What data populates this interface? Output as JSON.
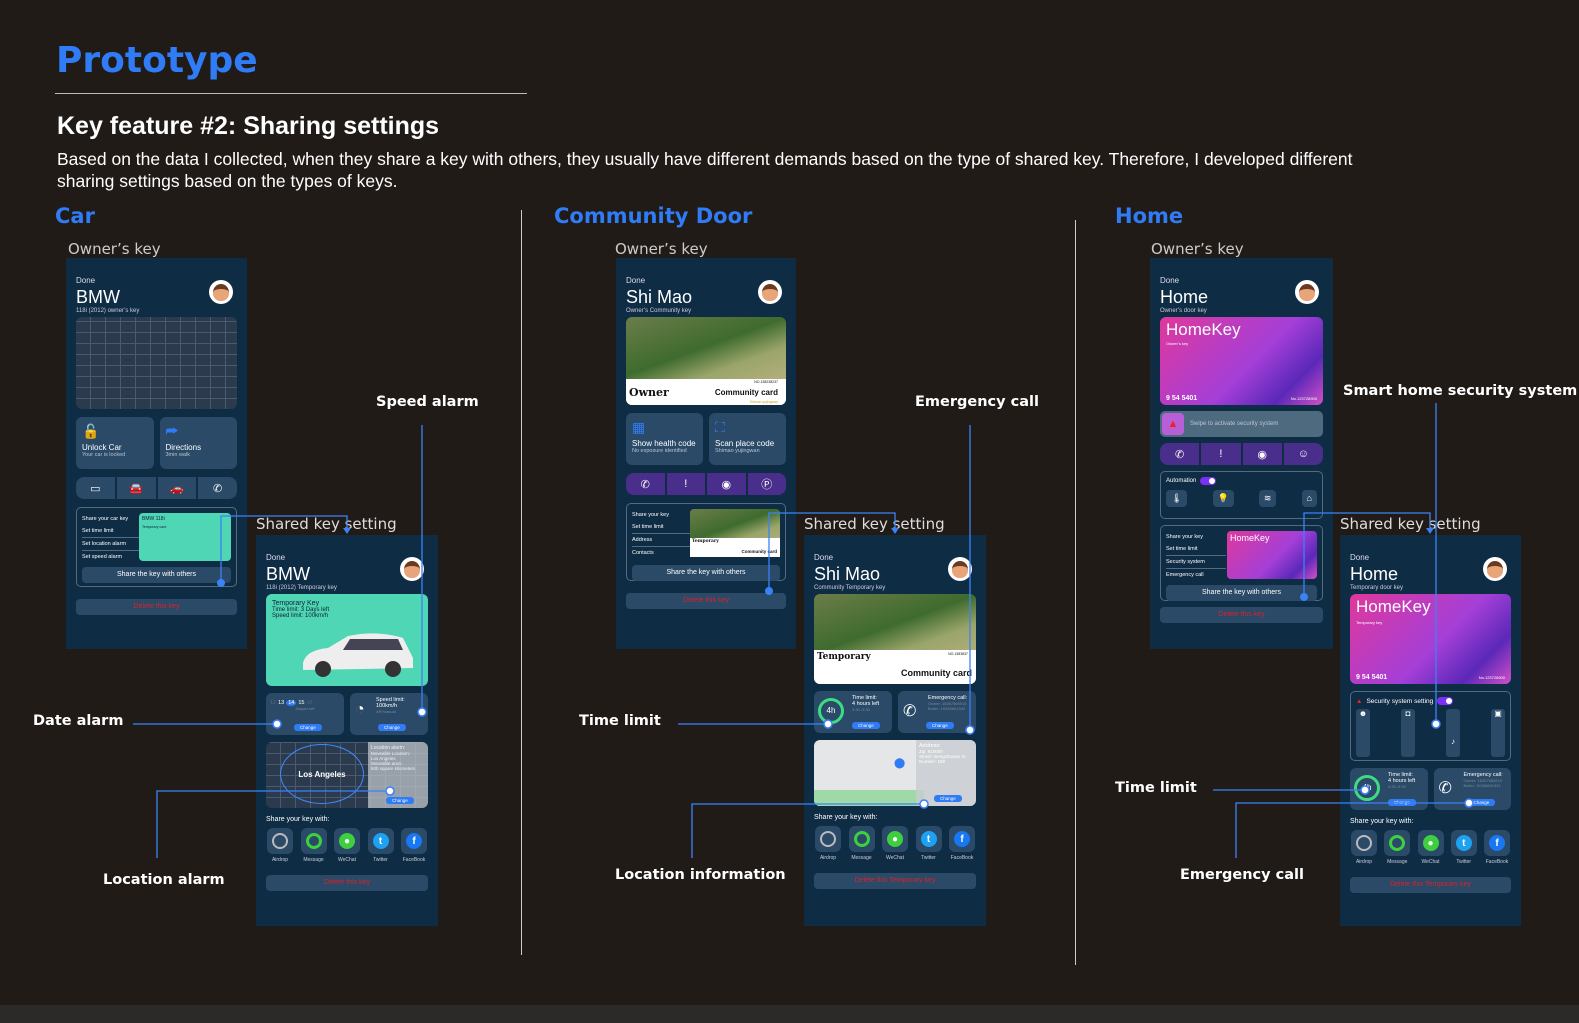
{
  "header": {
    "title": "Prototype",
    "subtitle": "Key feature #2: Sharing settings",
    "description": "Based on the data I collected, when they share a key with others, they usually have different demands based on the type of shared key.  Therefore, I developed different  sharing settings based on the types of keys."
  },
  "colors": {
    "accent": "#2f7cf6",
    "phone_bg": "#0f2c45",
    "danger": "#d8232a",
    "teal": "#4fd6b4"
  },
  "sections": [
    {
      "title": "Car",
      "owner_label": "Owner’s key",
      "shared_label": "Shared key setting"
    },
    {
      "title": "Community Door",
      "owner_label": "Owner’s key",
      "shared_label": "Shared key setting"
    },
    {
      "title": "Home",
      "owner_label": "Owner’s key",
      "shared_label": "Shared key setting"
    }
  ],
  "annotations": {
    "speed_alarm": "Speed alarm",
    "date_alarm": "Date alarm",
    "location_alarm": "Location alarm",
    "emergency_call_1": "Emergency call",
    "time_limit_1": "Time limit",
    "location_information": "Location information",
    "smart_home": "Smart home security system",
    "time_limit_2": "Time limit",
    "emergency_call_2": "Emergency call"
  },
  "common": {
    "done": "Done",
    "share_btn": "Share the key with others",
    "delete": "Delete this key",
    "delete_temp": "Delete this Temporary key",
    "share_with": "Share your key with:",
    "change": "Change",
    "social": [
      "Airdrop",
      "Message",
      "WeChat",
      "Twitter",
      "FaceBook"
    ]
  },
  "car_owner": {
    "title": "BMW",
    "subtitle": "118i (2012) owner’s key",
    "tile1_title": "Unlock Car",
    "tile1_sub": "Your car is locked",
    "tile2_title": "Directions",
    "tile2_sub": "3min walk",
    "share_title": "Share your car key",
    "opts": [
      "Set time limit",
      "Set location alarm",
      "Set speed alarm"
    ],
    "card_title": "BMW 118i",
    "card_sub": "Temporary card"
  },
  "car_shared": {
    "title": "BMW",
    "subtitle": "118i (2012) Temporary key",
    "hero_title": "Temporary Key",
    "hero_l1": "Time limit: 3 Days left",
    "hero_l2": "Speed limit: 100km/h",
    "dates": [
      "12",
      "13",
      "14",
      "15",
      "16"
    ],
    "days_left": "3dayes left",
    "speed_title": "Speed limit:",
    "speed_value": "100km/h",
    "speed_mode": "AP/manual",
    "map_city": "Los Angeles",
    "loc_title": "Location alarm:",
    "loc_l1": "Moveable Location:",
    "loc_l2": "Los Angeles",
    "loc_l3": "Moveable area:",
    "loc_l4": "500 square kilometers"
  },
  "comm_owner": {
    "title": "Shi Mao",
    "subtitle": "Owner’s Community key",
    "card_type": "Owner",
    "card_name": "Community card",
    "card_no": "NO.138238237",
    "card_place": "Shimao yujingwan",
    "tile1_title": "Show health code",
    "tile1_sub": "No exposure identified",
    "tile2_title": "Scan place code",
    "tile2_sub": "Shimao yujingwan",
    "share_title": "Share your key",
    "opts": [
      "Set time limit",
      "Address",
      "Contacts"
    ],
    "mini_type": "Temporary",
    "mini_name": "Community card"
  },
  "comm_shared": {
    "title": "Shi Mao",
    "subtitle": "Community Temporary key",
    "card_type": "Temporary",
    "card_name": "Community card",
    "card_no": "NO.1383837",
    "time_title": "Time limit:",
    "time_value": "4 hours left",
    "time_range": "3:30–9:30",
    "ring": "4h",
    "emerg_title": "Emergency call:",
    "emerg_l1": "Owner: 16267660915",
    "emerg_l2": "Butler: 16266661942",
    "addr_title": "Address:",
    "addr_l1": "Zip: 610000",
    "addr_l2": "Street: mengzhuwan st.",
    "addr_l3": "Number: 188"
  },
  "home_owner": {
    "title": "Home",
    "subtitle": "Owner’s door key",
    "brand": "HomeKey",
    "card_sub": "Owner’s key",
    "card_num": "9  54  5401",
    "card_no": "No.123728900",
    "swipe": "Swipe to activate security system",
    "automation": "Automation",
    "share_title": "Share your key",
    "opts": [
      "Set time limit",
      "Security system",
      "Emergency call"
    ]
  },
  "home_shared": {
    "title": "Home",
    "subtitle": "Temporary door key",
    "brand": "HomeKey",
    "card_sub": "Temporary key",
    "card_num": "9  54  5401",
    "card_no": "No.123728900",
    "security": "Security system setting",
    "time_title": "Time limit:",
    "time_value": "4 hours left",
    "time_range": "3:30–9:30",
    "ring": "4h",
    "emerg_title": "Emergency call:",
    "emerg_l1": "Owner: 16267660915",
    "emerg_l2": "Butler: 16266661942"
  }
}
